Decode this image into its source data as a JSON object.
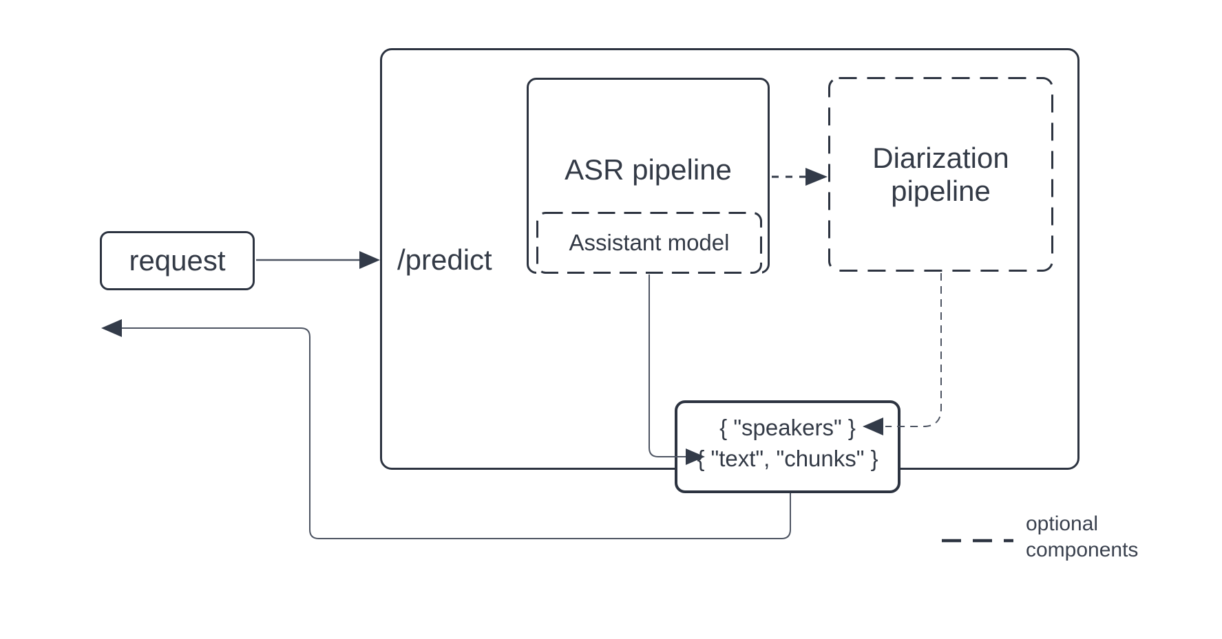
{
  "diagram": {
    "nodes": {
      "request": {
        "label": "request"
      },
      "predict": {
        "label": "/predict"
      },
      "asr": {
        "label": "ASR pipeline"
      },
      "assistant": {
        "label": "Assistant model"
      },
      "diarization": {
        "label": "Diarization\npipeline"
      },
      "output": {
        "line1": "{ \"speakers\" }",
        "line2": "{ \"text\", \"chunks\" }"
      }
    },
    "edges": [
      {
        "from": "request",
        "to": "predict",
        "style": "solid",
        "direction": "right"
      },
      {
        "from": "asr",
        "to": "diarization",
        "style": "dashed",
        "direction": "right"
      },
      {
        "from": "asr",
        "to": "output",
        "style": "solid",
        "direction": "down-right"
      },
      {
        "from": "diarization",
        "to": "output",
        "style": "dashed",
        "direction": "down-left"
      },
      {
        "from": "output",
        "to": "caller",
        "style": "solid",
        "direction": "down-left-up"
      }
    ],
    "legend": {
      "label": "optional\ncomponents",
      "line_style": "dashed"
    },
    "colors": {
      "background": "#ffffff",
      "box_stroke": "#2c3340",
      "text": "#333a46",
      "thin_line": "#4d5462",
      "arrowhead": "#333b49"
    }
  }
}
